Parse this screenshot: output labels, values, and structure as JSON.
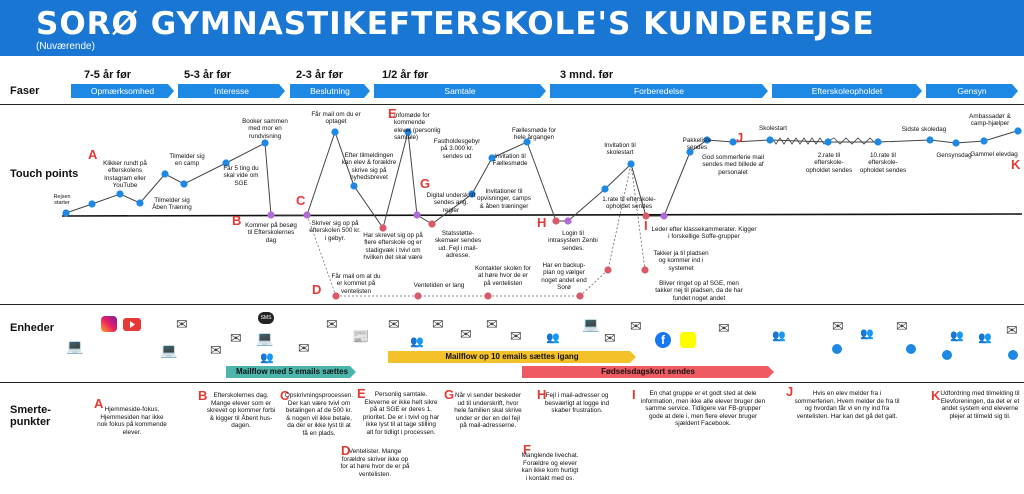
{
  "header": {
    "title": "SORØ GYMNASTIKEFTERSKOLE'S KUNDEREJSE",
    "subtitle": "(Nuværende)"
  },
  "rows": {
    "faser": "Faser",
    "touch_points": "Touch points",
    "enheder": "Enheder",
    "smertepunkter": "Smerte- punkter"
  },
  "phase_times": [
    "7-5 år før",
    "5-3 år før",
    "2-3 år før",
    "1/2 år før",
    "3 mnd. før"
  ],
  "phases": [
    "Opmærksomhed",
    "Interesse",
    "Beslutning",
    "Samtale",
    "Forberedelse",
    "Efterskoleopholdet",
    "Gensyn"
  ],
  "touch_points": [
    "Rejsen starter",
    "Klikker rundt på efterskolens Instagram eller YouTube",
    "Tilmelder sig Åben Træning",
    "Tilmelder sig en camp",
    "Får 5 ting du skal vide om SGE",
    "Booker sammen med mor en rundvisning",
    "Kommer på besøg til Efterskolernes dag",
    "Får mail om du er optaget",
    "Skriver sig op på efterskolen 500 kr. i gebyr.",
    "Efter tilmeldingen kan elev & forældre skrive sig på nyhedsbrevet",
    "Har skrevet sig op på flere efterskole og er stadigvæk i tvivl om hvilken det skal være",
    "Infomøde for kommende elever (personlig samtale)",
    "Fastholdesgebyr på 3.000 kr. sendes ud",
    "Digital underskrift sendes ang. regler",
    "Statsstøtte-skemaer sendes ud. Fejl i mail-adresse.",
    "Invitation til Fællesmøde",
    "Invitationer til opvisninger, camps & åben træninger",
    "Fællesmøde for hele årgangen",
    "Login til intrasystem Zenbi sendes.",
    "1.rate til efterskole-opholdet sendes",
    "Invitation til skolestart",
    "Pakkeliste sendes",
    "Leder efter klassekammerater. Kigger i forskellige Soffe-grupper",
    "God sommerferie mail sendes med billede af personalet",
    "Skolestart",
    "2.rate til efterskole-opholdet sendes",
    "10.rate til efterskole-opholdet sendes",
    "Sidste skoledag",
    "Gensynsdag",
    "Ambassadør & camp-hjælper",
    "Gammel elevdag",
    "Får mail om at du er kommet på ventelisten",
    "Ventetiden er lang",
    "Kontakter skolen for at høre hvor de er på ventelisten",
    "Har en backup-plan og vælger noget andet end Sorø",
    "Takker ja til pladsen og kommer ind i systemet",
    "Bliver ringet op af SGE, men takker nej til pladsen, da de har fundet noget andet"
  ],
  "letters": [
    "A",
    "B",
    "C",
    "D",
    "E",
    "F",
    "G",
    "H",
    "I",
    "J",
    "K"
  ],
  "channels": {
    "icons": [
      "instagram-icon",
      "youtube-icon",
      "laptop-icon",
      "mail-icon",
      "sms-icon",
      "people-icon",
      "newspaper-icon",
      "facebook-icon",
      "snapchat-icon",
      "award-icon"
    ],
    "sms_text": "SMS",
    "bar_mail5": "Mailflow med 5 emails sættes igang",
    "bar_mail10": "Mailflow op 10 emails sættes igang",
    "bar_birthday": "Fødselsdagskort sendes"
  },
  "pain_points": [
    "Hjemmeside-fokus. Hjemmesiden har ikke nok fokus på kommende elever.",
    "Efterskolernes dag. Mange elever som er skrevet op kommer forbi & kigger til Åbent hus-dagen.",
    "Opskrivningsprocessen. Der kan være tvivl om betalingen af de 500 kr. & nogen vil ikke betale, da der er ikke lyst til at få en plads.",
    "Ventelister. Mange forældre skriver ikke op for at høre hvor de er på ventelisten.",
    "Personlig samtale. Eleverne er ikke helt sikre på at SGE er deres 1. prioritet. De er i tvivl og har ikke lyst til at tage stilling alt for tidligt i processen.",
    "Manglende livechat. Forældre og elever kan ikke kom hurtigt i kontakt med os.",
    "Når vi sender beskeder ud til underskrift, hvor hele familien skal skrive under er der en del fejl på mail-adresserne.",
    "Fejl i mail-adresser og besværligt at logge ind skaber frustration.",
    "En chat gruppe er et godt sted at dele information, men ikke alle elever bruger den samme service. Tidligere var FB-grupper gode at dele i, men flere elever bruger sjældent Facebook.",
    "Hvis en elev melder fra i sommerferien. Hvem melder de fra til og hvordan får vi en ny ind fra ventelisten. Har kan det gå det galt.",
    "Udfordring med tilmelding til Elevforeningen, da det er et andet system end eleverne plejer at tilmeld sig til."
  ],
  "colors": {
    "banner": "#1976d2",
    "phase_arrow": "#1e88e5",
    "touch_point_positive": "#1e88e5",
    "touch_point_neutral": "#b26ad6",
    "touch_point_negative": "#d95b6a",
    "bar_teal": "#4db6ac",
    "bar_yellow": "#f3c12a",
    "bar_red": "#ef5b62",
    "letters": "#e53935"
  }
}
